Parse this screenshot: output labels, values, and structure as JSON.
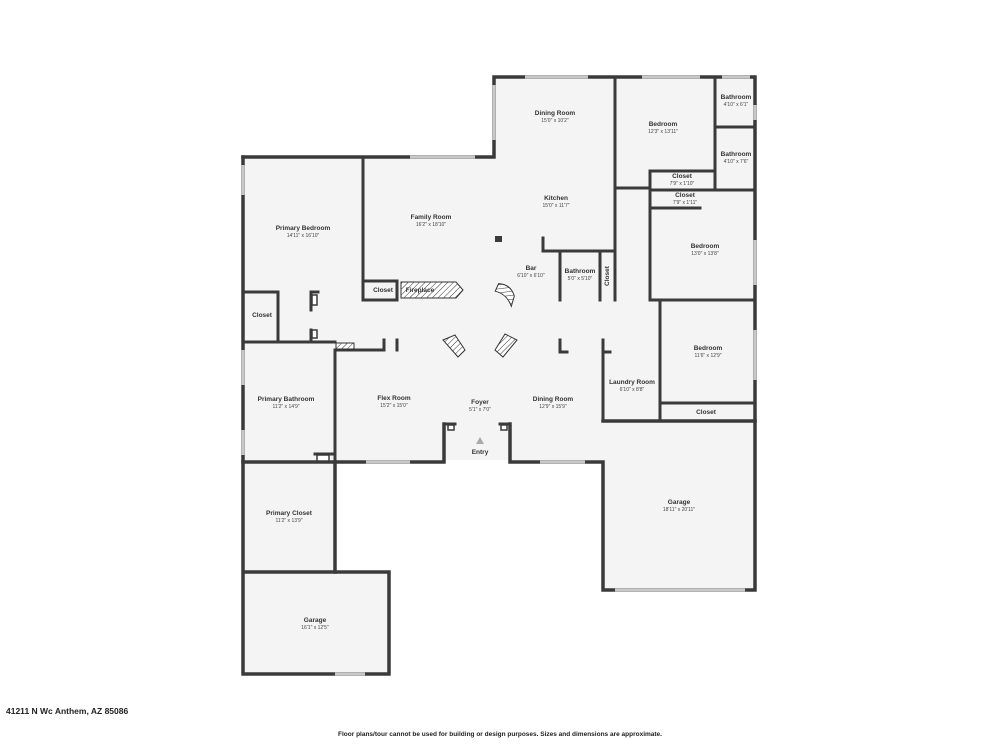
{
  "address": "41211 N Wc Anthem, AZ 85086",
  "disclaimer": "Floor plans/tour cannot be used for building or design purposes. Sizes and dimensions are approximate.",
  "entry_label": "Entry",
  "rooms": {
    "dining_room_top": {
      "name": "Dining Room",
      "dims": "15'0\" x 10'2\""
    },
    "bedroom_top": {
      "name": "Bedroom",
      "dims": "12'3\" x 13'11\""
    },
    "bathroom_top": {
      "name": "Bathroom",
      "dims": "4'10\" x 6'1\""
    },
    "bathroom_2": {
      "name": "Bathroom",
      "dims": "4'10\" x 7'6\""
    },
    "closet_a": {
      "name": "Closet",
      "dims": "7'9\" x 1'10\""
    },
    "closet_b": {
      "name": "Closet",
      "dims": "7'9\" x 1'11\""
    },
    "kitchen": {
      "name": "Kitchen",
      "dims": "15'0\" x 11'7\""
    },
    "family_room": {
      "name": "Family Room",
      "dims": "16'2\" x 18'10\""
    },
    "primary_bedroom": {
      "name": "Primary Bedroom",
      "dims": "14'11\" x 16'10\""
    },
    "bedroom_mid": {
      "name": "Bedroom",
      "dims": "13'0\" x 13'8\""
    },
    "bar": {
      "name": "Bar",
      "dims": "6'10\" x 6'10\""
    },
    "bathroom_small": {
      "name": "Bathroom",
      "dims": "5'0\" x 5'10\""
    },
    "bedroom_low": {
      "name": "Bedroom",
      "dims": "11'6\" x 12'9\""
    },
    "laundry_room": {
      "name": "Laundry Room",
      "dims": "6'10\" x 8'8\""
    },
    "primary_bathroom": {
      "name": "Primary Bathroom",
      "dims": "11'2\" x 14'9\""
    },
    "flex_room": {
      "name": "Flex Room",
      "dims": "15'2\" x 15'0\""
    },
    "foyer": {
      "name": "Foyer",
      "dims": "5'1\" x 7'0\""
    },
    "dining_room_low": {
      "name": "Dining Room",
      "dims": "12'9\" x 15'9\""
    },
    "garage_right": {
      "name": "Garage",
      "dims": "18'11\" x 20'11\""
    },
    "primary_closet": {
      "name": "Primary Closet",
      "dims": "11'2\" x 13'9\""
    },
    "garage_left": {
      "name": "Garage",
      "dims": "16'1\" x 12'5\""
    }
  },
  "labels": {
    "closet_primary": "Closet",
    "closet_family": "Closet",
    "fireplace": "Fireplace",
    "closet_vertical": "Closet",
    "closet_bedroom_low": "Closet"
  }
}
